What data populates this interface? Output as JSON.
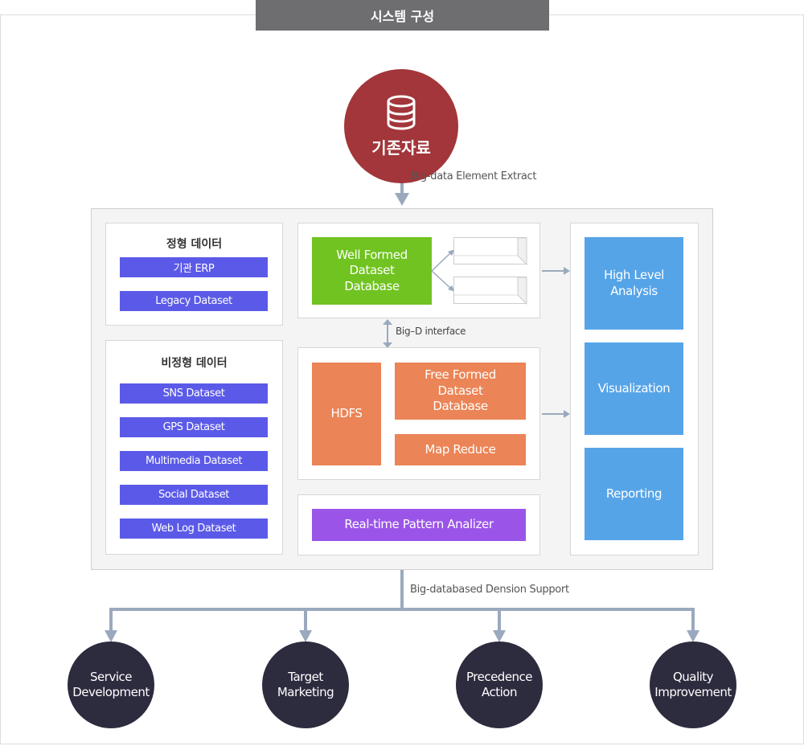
{
  "header": {
    "title": "시스템 구성"
  },
  "source": {
    "label": "기존자료",
    "icon": "database-icon"
  },
  "flows": {
    "extract_label": "Big-data Element Extract",
    "interface_label": "Big–D interface",
    "support_label": "Big-databased Dension Support"
  },
  "structured": {
    "title": "정형 데이터",
    "items": [
      "기관 ERP",
      "Legacy Dataset"
    ]
  },
  "unstructured": {
    "title": "비정형 데이터",
    "items": [
      "SNS Dataset",
      "GPS Dataset",
      "Multimedia Dataset",
      "Social Dataset",
      "Web Log Dataset"
    ]
  },
  "well_formed": {
    "line1": "Well Formed",
    "line2": "Dataset",
    "line3": "Database"
  },
  "hadoop": {
    "hdfs": "HDFS",
    "free_formed": {
      "line1": "Free Formed",
      "line2": "Dataset",
      "line3": "Database"
    },
    "map_reduce": "Map Reduce"
  },
  "realtime": {
    "label": "Real-time Pattern Analizer"
  },
  "analysis": {
    "high_level": {
      "line1": "High Level",
      "line2": "Analysis"
    },
    "visualization": "Visualization",
    "reporting": "Reporting"
  },
  "outcomes": [
    {
      "line1": "Service",
      "line2": "Development"
    },
    {
      "line1": "Target",
      "line2": "Marketing"
    },
    {
      "line1": "Precedence",
      "line2": "Action"
    },
    {
      "line1": "Quality",
      "line2": "Improvement"
    }
  ],
  "colors": {
    "source": "#a2363a",
    "blue_items": "#5b5ae8",
    "green": "#70c320",
    "orange": "#eb8456",
    "purple": "#9a55e8",
    "sky_blue": "#56a4e8",
    "outcome_circles": "#2d2b3e",
    "connectors": "#9aa9bd"
  }
}
